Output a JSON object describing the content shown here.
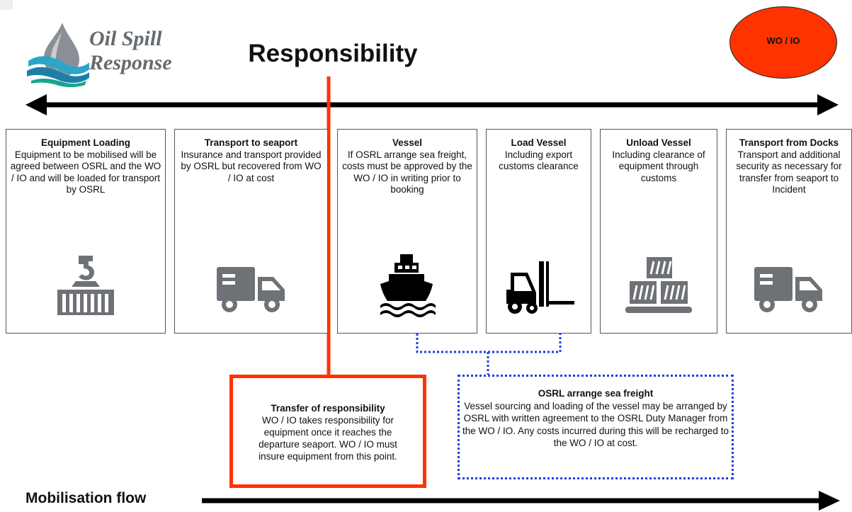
{
  "logo": {
    "line1": "Oil Spill",
    "line2": "Response"
  },
  "title": "Responsibility",
  "party_badge": "WO / IO",
  "steps": [
    {
      "title": "Equipment Loading",
      "body": "Equipment to be mobilised will be agreed between OSRL and the WO / IO and will be loaded for transport by OSRL",
      "icon": "container-crane-icon"
    },
    {
      "title": "Transport to seaport",
      "body": "Insurance and transport provided by OSRL but recovered from WO / IO at cost",
      "icon": "truck-icon"
    },
    {
      "title": "Vessel",
      "body": "If OSRL arrange sea freight, costs must be approved by the WO / IO in writing prior to booking",
      "icon": "ship-icon"
    },
    {
      "title": "Load Vessel",
      "body": "Including export customs clearance",
      "icon": "forklift-icon"
    },
    {
      "title": "Unload Vessel",
      "body": "Including clearance  of equipment through customs",
      "icon": "pallet-crates-icon"
    },
    {
      "title": "Transport from Docks",
      "body": "Transport and additional security as necessary for transfer from seaport to Incident",
      "icon": "truck-icon"
    }
  ],
  "transfer": {
    "title": "Transfer of responsibility",
    "body": "WO / IO takes responsibility for equipment once it reaches the departure seaport.  WO / IO must insure equipment from this point."
  },
  "freight": {
    "title": "OSRL arrange sea freight",
    "body": "Vessel sourcing and loading of the vessel may be arranged by OSRL with written agreement to the OSRL Duty Manager from the WO / IO.  Any costs incurred during this will be recharged to the WO / IO at cost."
  },
  "flow_label": "Mobilisation flow",
  "colors": {
    "accent_red": "#ff3300",
    "dotted_blue": "#1f3ee0",
    "icon_gray": "#6e7176",
    "text": "#111111"
  }
}
